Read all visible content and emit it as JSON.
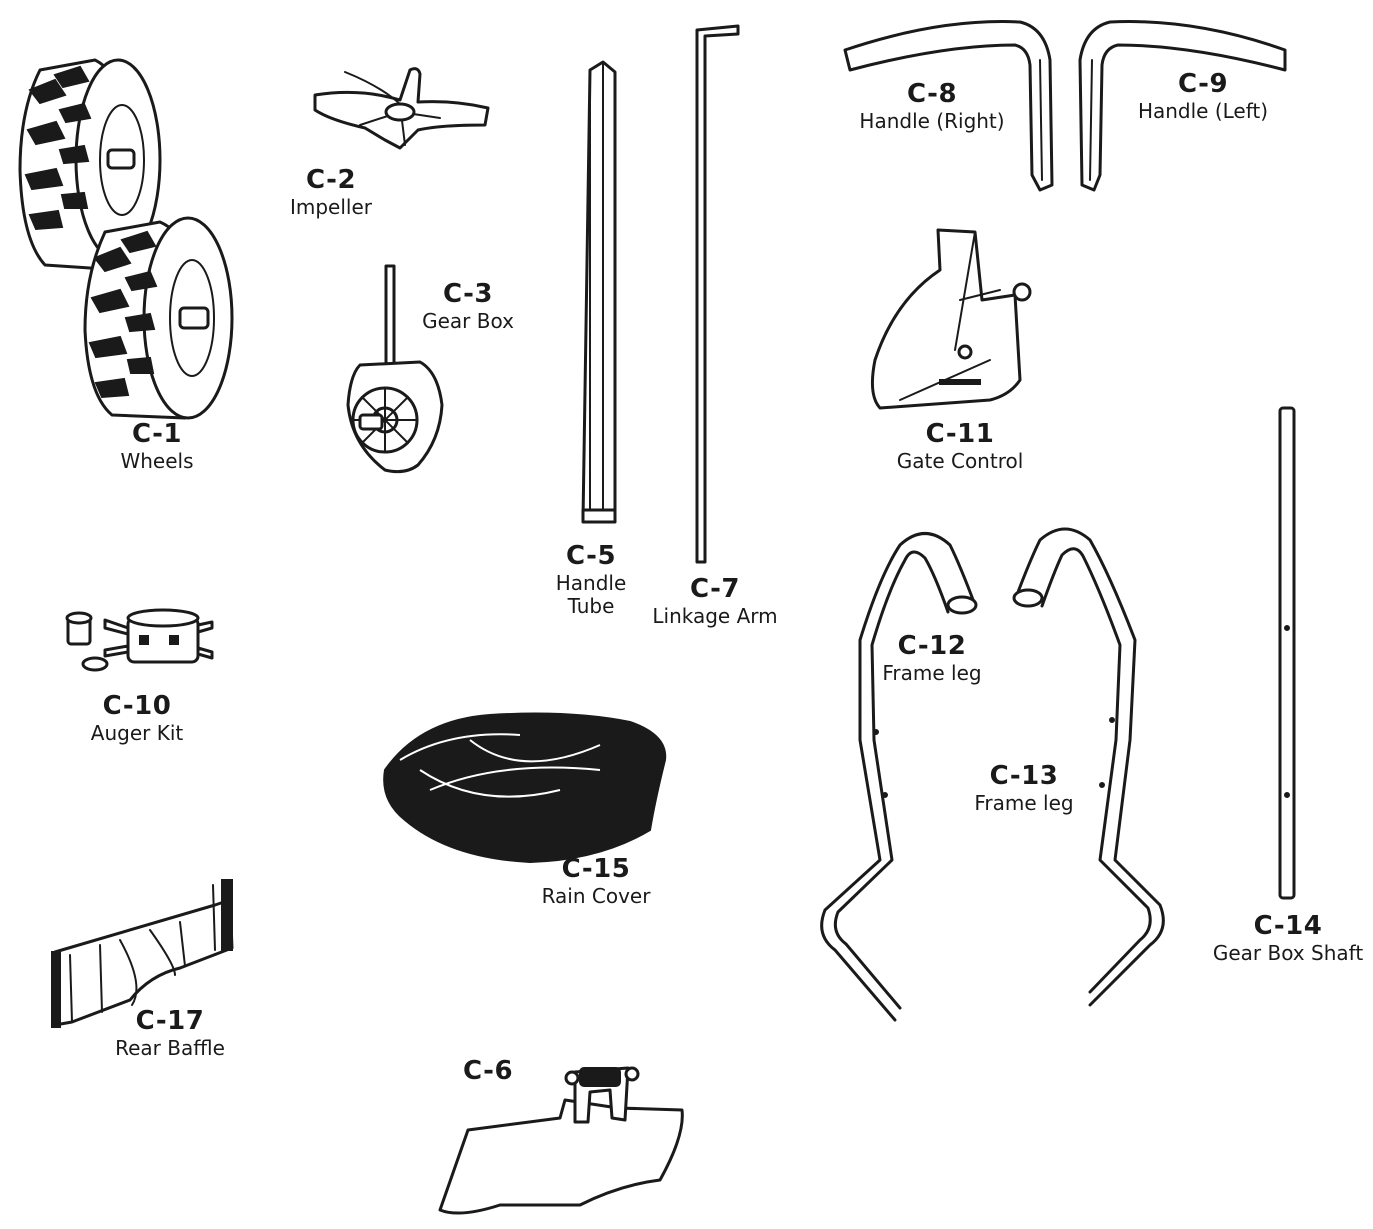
{
  "parts": {
    "c1": {
      "code": "C-1",
      "name": "Wheels"
    },
    "c2": {
      "code": "C-2",
      "name": "Impeller"
    },
    "c3": {
      "code": "C-3",
      "name": "Gear Box"
    },
    "c5": {
      "code": "C-5",
      "name_line1": "Handle",
      "name_line2": "Tube"
    },
    "c6": {
      "code": "C-6"
    },
    "c7": {
      "code": "C-7",
      "name": "Linkage Arm"
    },
    "c8": {
      "code": "C-8",
      "name": "Handle (Right)"
    },
    "c9": {
      "code": "C-9",
      "name": "Handle (Left)"
    },
    "c10": {
      "code": "C-10",
      "name": "Auger Kit"
    },
    "c11": {
      "code": "C-11",
      "name": "Gate Control"
    },
    "c12": {
      "code": "C-12",
      "name": "Frame leg"
    },
    "c13": {
      "code": "C-13",
      "name": "Frame leg"
    },
    "c14": {
      "code": "C-14",
      "name": "Gear Box Shaft"
    },
    "c15": {
      "code": "C-15",
      "name": "Rain Cover"
    },
    "c17": {
      "code": "C-17",
      "name": "Rear Baffle"
    }
  }
}
